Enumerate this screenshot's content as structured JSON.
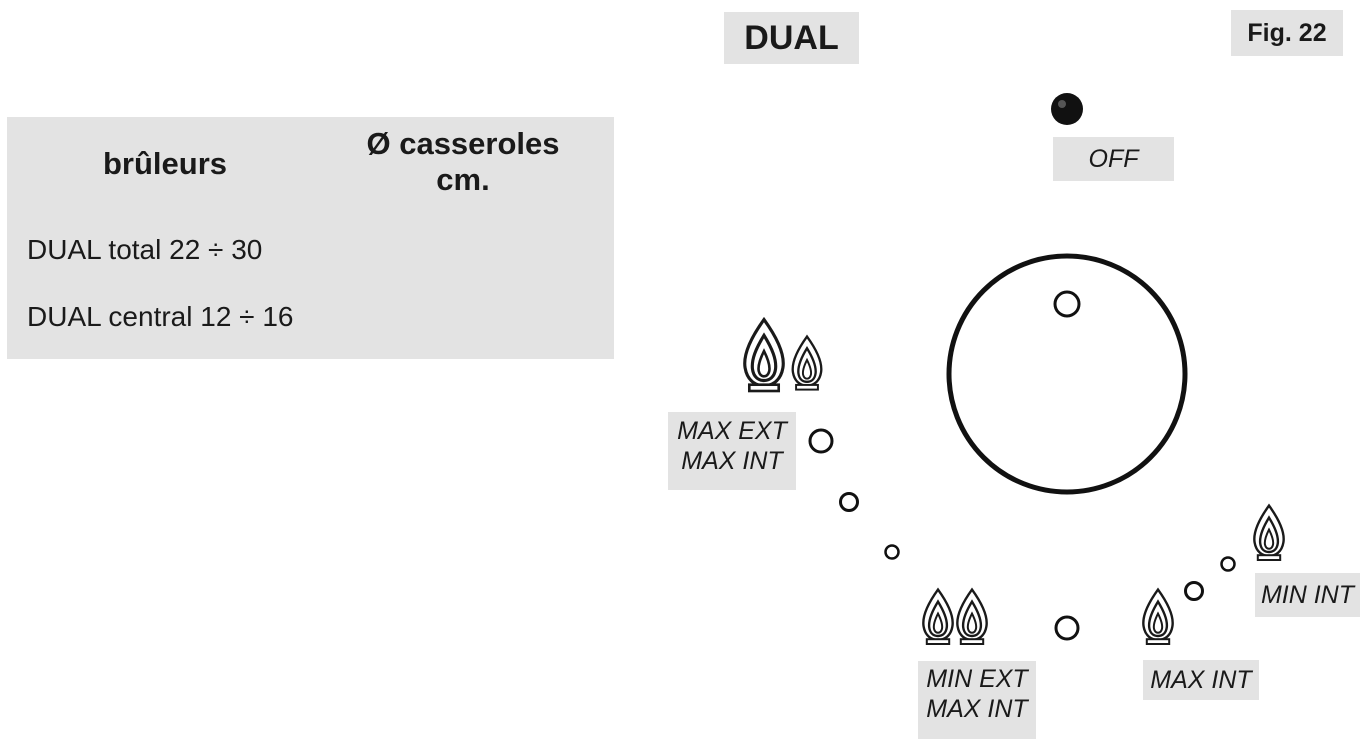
{
  "header": {
    "title": "DUAL",
    "figure": "Fig. 22"
  },
  "table": {
    "col_burners": "brûleurs",
    "col_pans_line1": "Ø casseroles",
    "col_pans_line2": "cm.",
    "rows": [
      {
        "text": "DUAL total 22 ÷ 30"
      },
      {
        "text": "DUAL central 12 ÷ 16"
      }
    ]
  },
  "knob": {
    "positions": {
      "off": "OFF",
      "max_ext_max_int": [
        "MAX EXT",
        "MAX INT"
      ],
      "min_ext_max_int": [
        "MIN EXT",
        "MAX INT"
      ],
      "max_int": "MAX INT",
      "min_int": "MIN INT"
    }
  },
  "icons": {
    "off_dot": "filled-dot-icon",
    "flame": "flame-icon",
    "position_dot": "circle-marker-icon"
  }
}
